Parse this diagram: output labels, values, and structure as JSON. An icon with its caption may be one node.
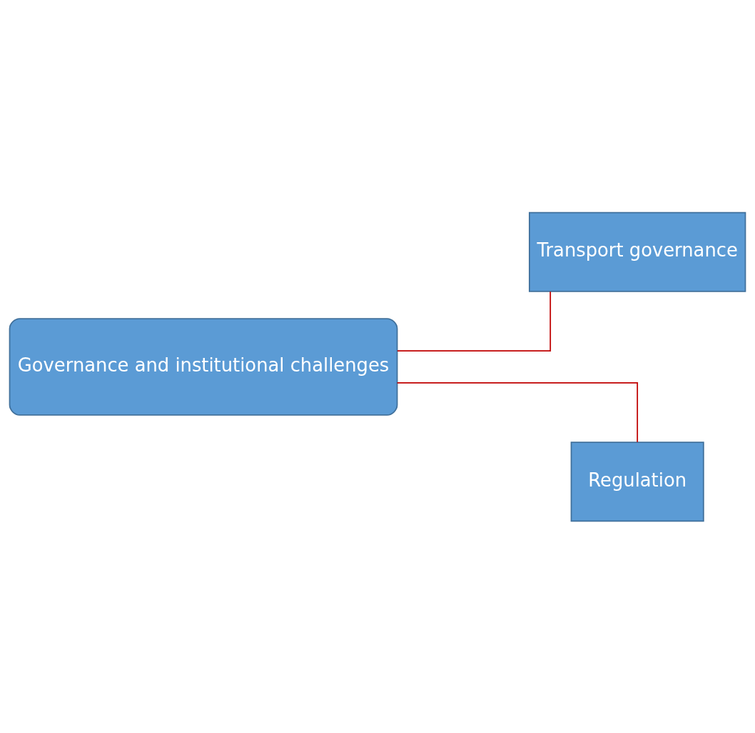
{
  "diagram": {
    "nodes": [
      {
        "text": [
          "Governance and institutional challenges"
        ]
      },
      {
        "text": [
          "Transport governance"
        ]
      },
      {
        "text": [
          "Regulation"
        ]
      }
    ],
    "edges": [
      {
        "from": 0,
        "to": 1,
        "arrow": "none"
      },
      {
        "from": 0,
        "to": 2,
        "arrow": "none"
      }
    ]
  }
}
